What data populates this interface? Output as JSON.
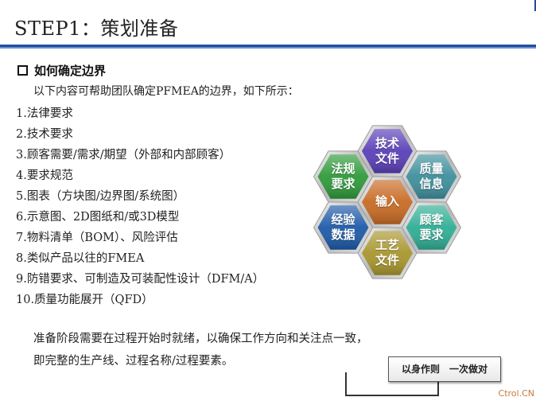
{
  "title": "STEP1：策划准备",
  "section": {
    "heading": "如何确定边界",
    "intro": "以下内容可帮助团队确定PFMEA的边界，如下所示："
  },
  "list": [
    {
      "num": "1.",
      "text": "法律要求"
    },
    {
      "num": "2.",
      "text": "技术要求"
    },
    {
      "num": "3.",
      "text": "顾客需要/需求/期望（外部和内部顾客）"
    },
    {
      "num": "4.",
      "text": "要求规范"
    },
    {
      "num": "5.",
      "text": "图表（方块图/边界图/系统图）"
    },
    {
      "num": "6.",
      "text": "示意图、2D图纸和/或3D模型"
    },
    {
      "num": "7.",
      "text": "物料清单（BOM）、风险评估"
    },
    {
      "num": "8.",
      "text": "类似产品以往的FMEA"
    },
    {
      "num": "9.",
      "text": "防错要求、可制造及可装配性设计（DFM/A）"
    },
    {
      "num": "10.",
      "text": "质量功能展开（QFD）"
    }
  ],
  "footer": {
    "line1": "准备阶段需要在过程开始时就绪，以确保工作方向和关注点一致，",
    "line2": "即完整的生产线、过程名称/过程要素。"
  },
  "hex": {
    "center": {
      "line1": "输入",
      "line2": "",
      "color": "#c86a24"
    },
    "top": {
      "line1": "技术",
      "line2": "文件",
      "color": "#5a3fb8"
    },
    "upper_right": {
      "line1": "质量",
      "line2": "信息",
      "color": "#3e8f9c"
    },
    "lower_right": {
      "line1": "顾客",
      "line2": "要求",
      "color": "#2fae95"
    },
    "bottom": {
      "line1": "工艺",
      "line2": "文件",
      "color": "#a8962e"
    },
    "lower_left": {
      "line1": "经验",
      "line2": "数据",
      "color": "#1d5aa8"
    },
    "upper_left": {
      "line1": "法规",
      "line2": "要求",
      "color": "#2f9a3a"
    }
  },
  "stamp": "以身作则　一次做对",
  "watermark": "Ctrol.CN"
}
